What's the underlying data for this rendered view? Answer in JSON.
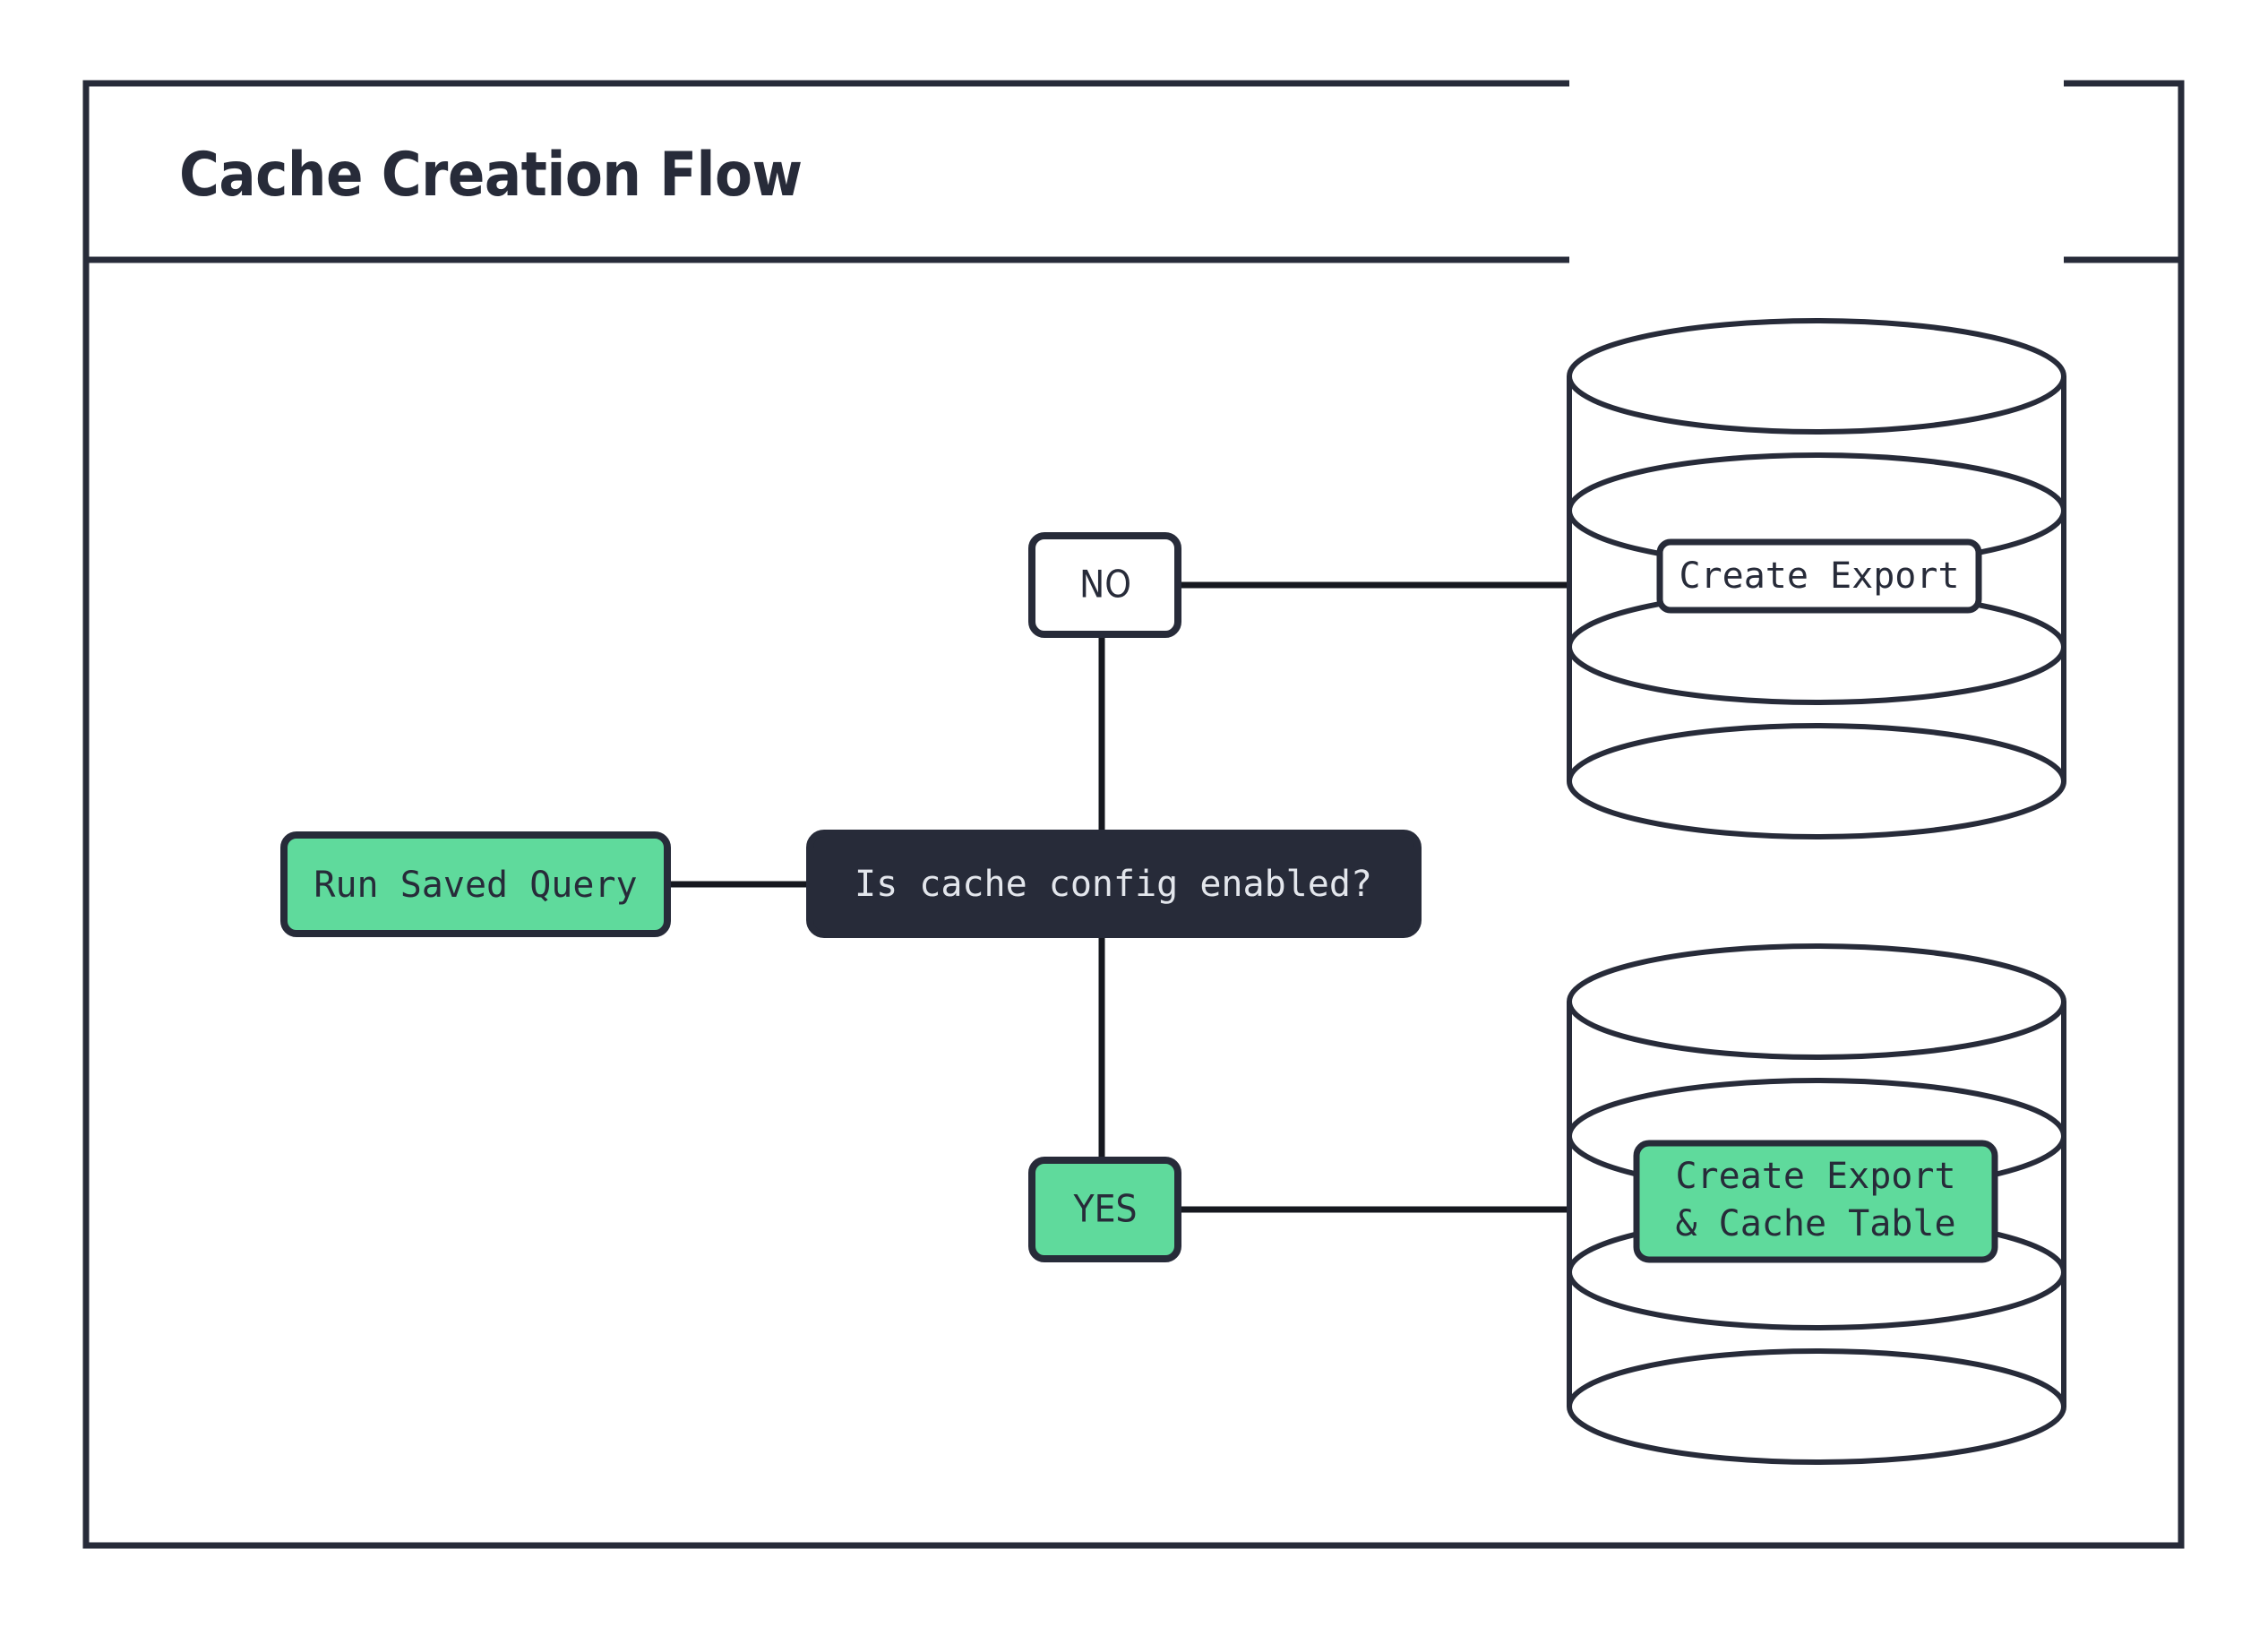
{
  "page": {
    "title": "Cache Creation Flow",
    "background": "#ffffff"
  },
  "colors": {
    "ink": "#272B39",
    "line": "#16181F",
    "accent_green": "#5FDA9C",
    "dark_fill": "#272B39",
    "light_text": "#E3E6EC",
    "white": "#ffffff"
  },
  "diagram": {
    "type": "flowchart",
    "direction": "left-to-right",
    "nodes": [
      {
        "id": "run-saved-query",
        "label": "Run Saved Query",
        "shape": "rounded-rect",
        "fill": "#5FDA9C",
        "text_style": "mono"
      },
      {
        "id": "decision",
        "label": "Is cache config enabled?",
        "shape": "rounded-rect",
        "fill": "#272B39",
        "text_style": "mono-light"
      },
      {
        "id": "branch-no",
        "label": "NO",
        "shape": "rounded-rect",
        "fill": "#ffffff",
        "text_style": "sans"
      },
      {
        "id": "branch-yes",
        "label": "YES",
        "shape": "rounded-rect",
        "fill": "#5FDA9C",
        "text_style": "sans"
      },
      {
        "id": "db-export",
        "label": "Create Export",
        "label_lines": [
          "Create Export"
        ],
        "shape": "database-cylinder",
        "fill": "#ffffff",
        "text_style": "mono"
      },
      {
        "id": "db-export-cache",
        "label": "Create Export & Cache Table",
        "label_lines": [
          "Create Export",
          "& Cache Table"
        ],
        "shape": "database-cylinder",
        "fill": "#5FDA9C",
        "text_style": "mono"
      }
    ],
    "edges": [
      {
        "from": "run-saved-query",
        "to": "decision",
        "label": ""
      },
      {
        "from": "decision",
        "to": "branch-no",
        "label": ""
      },
      {
        "from": "decision",
        "to": "branch-yes",
        "label": ""
      },
      {
        "from": "branch-no",
        "to": "db-export",
        "label": ""
      },
      {
        "from": "branch-yes",
        "to": "db-export-cache",
        "label": ""
      }
    ]
  }
}
